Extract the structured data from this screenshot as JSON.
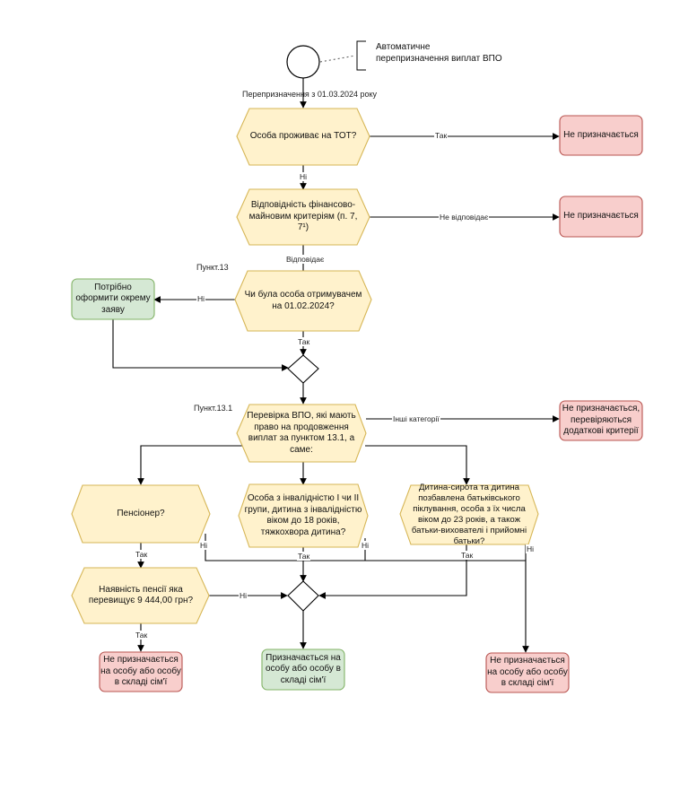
{
  "colors": {
    "hex_fill": "#fff2cc",
    "hex_stroke": "#d6b656",
    "red_fill": "#f8cecc",
    "red_stroke": "#b85450",
    "green_fill": "#d5e8d4",
    "green_stroke": "#82b366",
    "line": "#000000"
  },
  "start": {
    "note_line1": "Автоматичне",
    "note_line2": "перепризначення виплат ВПО",
    "edge_label": "Перепризначення з 01.03.2024 року"
  },
  "decisions": {
    "tot": "Особа проживає на ТОТ?",
    "criteria": "Відповідність фінансово-майновим критеріям (п. 7, 7¹)",
    "recipient": "Чи була особа отримувачем на 01.02.2024?",
    "check": "Перевірка ВПО, які мають право на продовження виплат за пунктом 13.1, а саме:",
    "pensioner": "Пенсіонер?",
    "disability": "Особа з інвалідністю I чи II групи, дитина з інвалідністю віком до 18 років, тяжкохвора дитина?",
    "orphan": "Дитина-сирота та дитина позбавлена батьківського піклування, особа з їх числа віком до 23 років, а також батьки-вихователі і прийомні батьки?",
    "pension_amount": "Наявність пенсії яка перевищує 9 444,00 грн?"
  },
  "outcomes": {
    "not_assigned_1": "Не призначається",
    "not_assigned_2": "Не призначається",
    "separate_application": "Потрібно оформити окрему заяву",
    "extra_criteria": "Не призначається, перевіряються додаткові критерії",
    "not_assigned_family_left": "Не призначається на особу або особу в складі сім'ї",
    "assigned_family": "Призначається на особу або особу в складі сім'ї",
    "not_assigned_family_right": "Не призначається на особу або особу в складі сім'ї"
  },
  "edge_labels": {
    "tot_yes": "Так",
    "tot_no": "Ні",
    "criteria_no": "Не відповідає",
    "criteria_yes": "Відповідає",
    "recipient_no": "Ні",
    "recipient_yes": "Так",
    "other_categories": "Інші категорії",
    "pensioner_yes": "Так",
    "pensioner_no": "Ні",
    "disability_yes": "Так",
    "disability_no": "Ні",
    "orphan_yes": "Так",
    "orphan_no": "Ні",
    "pension_no": "Ні",
    "pension_yes": "Так"
  },
  "section_labels": {
    "p13": "Пункт.13",
    "p13_1": "Пункт.13.1"
  }
}
